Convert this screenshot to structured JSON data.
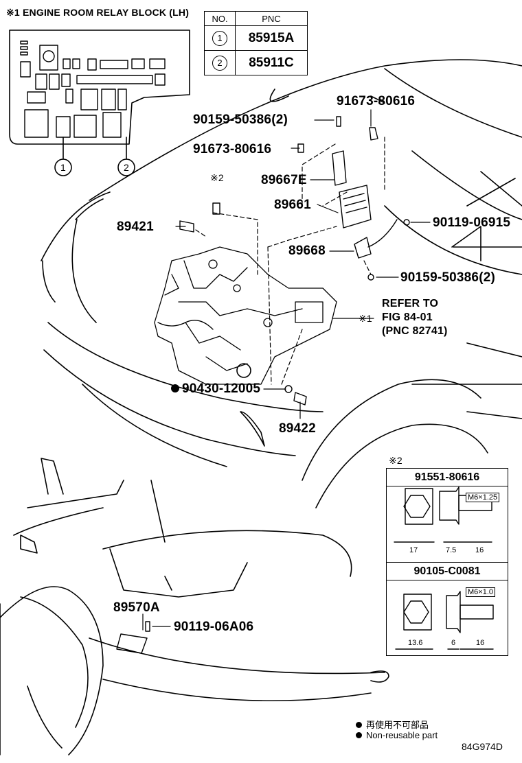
{
  "relay_block": {
    "title": "※1 ENGINE ROOM RELAY BLOCK (LH)",
    "markers": [
      "1",
      "2"
    ]
  },
  "pnc_table": {
    "col_no": "NO.",
    "col_pnc": "PNC",
    "rows": [
      {
        "no": "1",
        "pnc": "85915A"
      },
      {
        "no": "2",
        "pnc": "85911C"
      }
    ]
  },
  "callouts": {
    "p91673_top": "91673-80616",
    "p90159_top": "90159-50386(2)",
    "p91673_mid": "91673-80616",
    "p89667e": "89667E",
    "p89661": "89661",
    "p89421": "89421",
    "p90119_06915": "90119-06915",
    "p89668": "89668",
    "p90159_bot": "90159-50386(2)",
    "ref_line1": "REFER TO",
    "ref_line2": "FIG 84-01",
    "ref_line3": "(PNC 82741)",
    "ref_mark": "※1",
    "mark2": "※2",
    "p90430": "90430-12005",
    "p89422": "89422",
    "p89570a": "89570A",
    "p90119_06a06": "90119-06A06"
  },
  "spec_box": {
    "mark": "※2",
    "part1": {
      "title": "91551-80616",
      "thread": "M6×1.25",
      "dims": [
        "17",
        "7.5",
        "16"
      ]
    },
    "part2": {
      "title": "90105-C0081",
      "thread": "M6×1.0",
      "dims": [
        "13.6",
        "6",
        "16"
      ]
    }
  },
  "notes": {
    "line1": "再使用不可部品",
    "line2": "Non-reusable part",
    "figure_id": "84G974D"
  }
}
